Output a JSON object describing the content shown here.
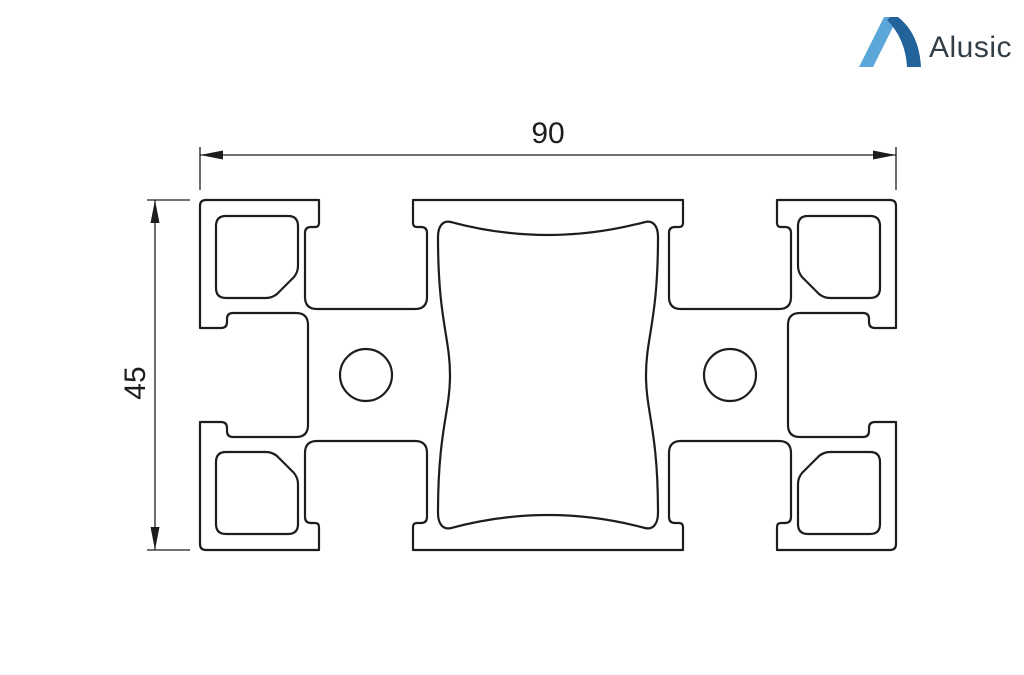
{
  "brand": {
    "name": "Alusic"
  },
  "dimensions": {
    "width_label": "90",
    "height_label": "45"
  },
  "colors": {
    "line": "#1d1d1b",
    "logo_light_blue": "#5ba7d9",
    "logo_dark_blue": "#23639c",
    "logo_text": "#333f48",
    "background": "#ffffff"
  }
}
